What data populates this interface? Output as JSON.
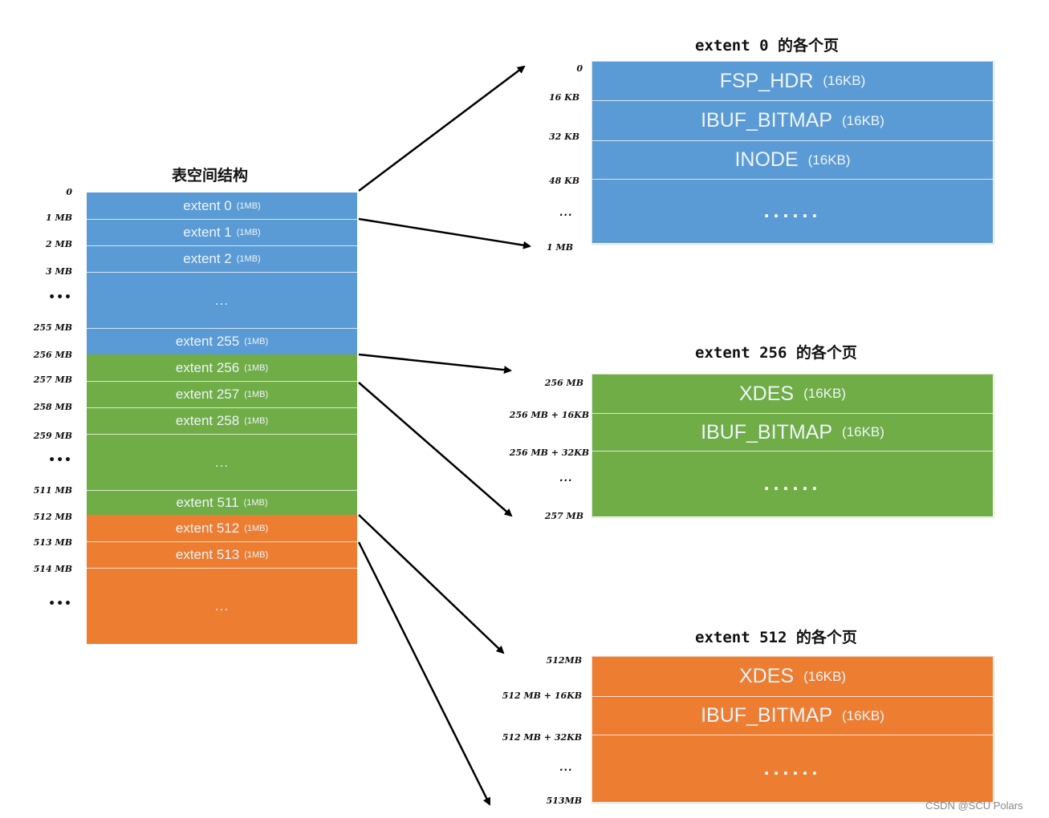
{
  "left": {
    "title": "表空间结构",
    "offsets": [
      "0",
      "1 MB",
      "2 MB",
      "3 MB",
      "•••",
      "255 MB",
      "256 MB",
      "257 MB",
      "258 MB",
      "259 MB",
      "•••",
      "511 MB",
      "512 MB",
      "513 MB",
      "514 MB",
      "•••"
    ],
    "rows": [
      {
        "label": "extent 0",
        "size": "(1MB)",
        "color": "blue"
      },
      {
        "label": "extent 1",
        "size": "(1MB)",
        "color": "blue"
      },
      {
        "label": "extent 2",
        "size": "(1MB)",
        "color": "blue"
      },
      {
        "label": "...",
        "size": "",
        "color": "blue"
      },
      {
        "label": "extent 255",
        "size": "(1MB)",
        "color": "blue"
      },
      {
        "label": "extent 256",
        "size": "(1MB)",
        "color": "green"
      },
      {
        "label": "extent 257",
        "size": "(1MB)",
        "color": "green"
      },
      {
        "label": "extent 258",
        "size": "(1MB)",
        "color": "green"
      },
      {
        "label": "...",
        "size": "",
        "color": "green"
      },
      {
        "label": "extent 511",
        "size": "(1MB)",
        "color": "green"
      },
      {
        "label": "extent 512",
        "size": "(1MB)",
        "color": "orange"
      },
      {
        "label": "extent 513",
        "size": "(1MB)",
        "color": "orange"
      },
      {
        "label": "...",
        "size": "",
        "color": "orange"
      }
    ]
  },
  "extent0": {
    "title": "extent 0 的各个页",
    "offsets": [
      "0",
      "16 KB",
      "32 KB",
      "48 KB",
      "...",
      "1 MB"
    ],
    "rows": [
      {
        "label": "FSP_HDR",
        "size": "(16KB)"
      },
      {
        "label": "IBUF_BITMAP",
        "size": "(16KB)"
      },
      {
        "label": "INODE",
        "size": "(16KB)"
      },
      {
        "label": "......",
        "size": ""
      }
    ]
  },
  "extent256": {
    "title": "extent 256 的各个页",
    "offsets": [
      "256 MB",
      "256 MB + 16KB",
      "256 MB + 32KB",
      "...",
      "257 MB"
    ],
    "rows": [
      {
        "label": "XDES",
        "size": "(16KB)"
      },
      {
        "label": "IBUF_BITMAP",
        "size": "(16KB)"
      },
      {
        "label": "......",
        "size": ""
      }
    ]
  },
  "extent512": {
    "title": "extent 512 的各个页",
    "offsets": [
      "512MB",
      "512 MB + 16KB",
      "512 MB + 32KB",
      "...",
      "513MB"
    ],
    "rows": [
      {
        "label": "XDES",
        "size": "(16KB)"
      },
      {
        "label": "IBUF_BITMAP",
        "size": "(16KB)"
      },
      {
        "label": "......",
        "size": ""
      }
    ]
  },
  "watermark": "CSDN @SCU Polars",
  "colors": {
    "blue": "#5b9bd5",
    "green": "#70ad47",
    "orange": "#ed7d31"
  }
}
